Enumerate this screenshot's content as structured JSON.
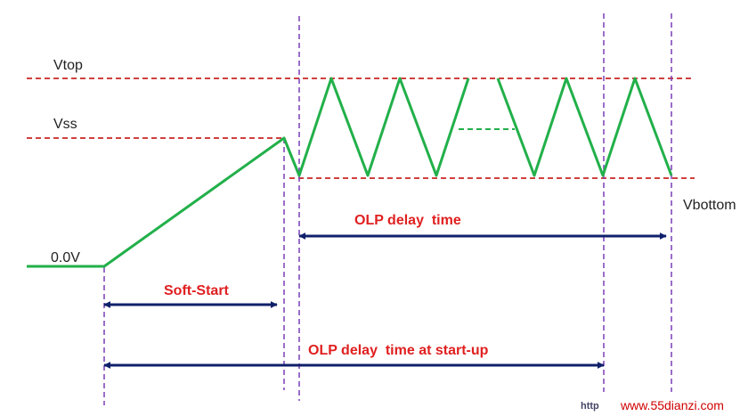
{
  "levels": {
    "vtop": "Vtop",
    "vss": "Vss",
    "vbottom": "Vbottom",
    "zero": "0.0V"
  },
  "annotations": {
    "olp_delay": "OLP delay  time",
    "soft_start": "Soft-Start",
    "olp_startup": "OLP delay  time at start-up"
  },
  "watermark": {
    "url": "www.55dianzi.com",
    "prefix": "http"
  },
  "colors": {
    "waveform": "#22b04a",
    "reference": "#c00000",
    "marker": "#7a3fb5",
    "arrow": "#10206a",
    "label_red": "#e02020"
  }
}
